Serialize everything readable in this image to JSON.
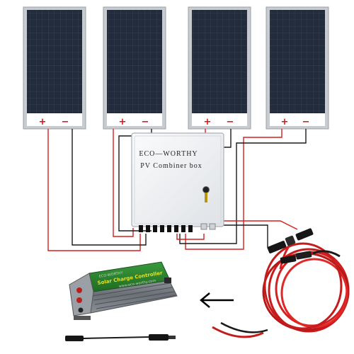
{
  "combiner_box": {
    "brand": "ECO—WORTHY",
    "name": "PV Combiner box"
  },
  "controller": {
    "brand": "ECO-WORTHY",
    "line1": "Solar Charge Controller",
    "website": "www.eco-worthy.com"
  },
  "panels": [
    {
      "id": "panel-1"
    },
    {
      "id": "panel-2"
    },
    {
      "id": "panel-3"
    },
    {
      "id": "panel-4"
    }
  ],
  "colors": {
    "positive_wire": "#d42020",
    "negative_wire": "#1a1a1a",
    "panel_cell": "#1b2230",
    "panel_frame": "#c8ccd0",
    "controller_body": "#2a7d2e",
    "box_body": "#f2f3f5",
    "arrow": "#000000"
  }
}
